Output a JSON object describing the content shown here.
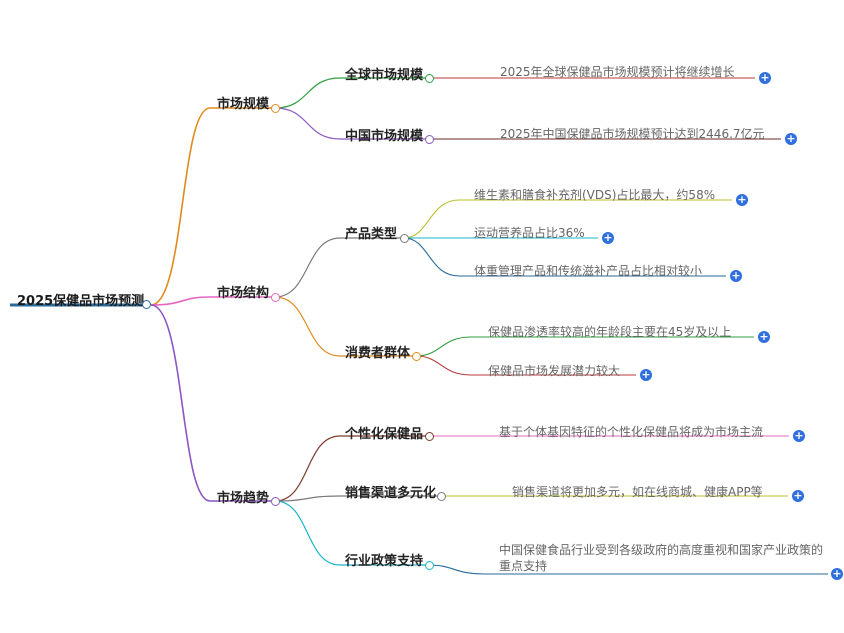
{
  "root": {
    "label": "2025保健品市场预测"
  },
  "branches": [
    {
      "label": "市场规模",
      "color": "#e08a1e",
      "children": [
        {
          "label": "全球市场规模",
          "color": "#2e9e3c",
          "leaves": [
            {
              "text": "2025年全球保健品市场规模预计将继续增长",
              "color": "#b83a3a"
            }
          ]
        },
        {
          "label": "中国市场规模",
          "color": "#8b57c2",
          "leaves": [
            {
              "text": "2025年中国保健品市场规模预计达到2446.7亿元",
              "color": "#6b2a2a"
            }
          ]
        }
      ]
    },
    {
      "label": "市场结构",
      "color": "#e667c0",
      "children": [
        {
          "label": "产品类型",
          "color": "#7a7a7a",
          "leaves": [
            {
              "text": "维生素和膳食补充剂(VDS)占比最大，约58%",
              "color": "#bcbf2a"
            },
            {
              "text": "运动营养品占比36%",
              "color": "#19b5c9"
            },
            {
              "text": "体重管理产品和传统滋补产品占比相对较小",
              "color": "#2a6a9a"
            }
          ]
        },
        {
          "label": "消费者群体",
          "color": "#e08a1e",
          "leaves": [
            {
              "text": "保健品渗透率较高的年龄段主要在45岁及以上",
              "color": "#2e9e3c"
            },
            {
              "text": "保健品市场发展潜力较大",
              "color": "#b83a3a"
            }
          ]
        }
      ]
    },
    {
      "label": "市场趋势",
      "color": "#8b57c2",
      "children": [
        {
          "label": "个性化保健品",
          "color": "#7a3a2a",
          "leaves": [
            {
              "text": "基于个体基因特征的个性化保健品将成为市场主流",
              "color": "#e667c0"
            }
          ]
        },
        {
          "label": "销售渠道多元化",
          "color": "#7a7a7a",
          "leaves": [
            {
              "text": "销售渠道将更加多元，如在线商城、健康APP等",
              "color": "#bcbf2a"
            }
          ]
        },
        {
          "label": "行业政策支持",
          "color": "#19b5c9",
          "leaves": [
            {
              "text": "中国保健食品行业受到各级政府的高度重视和国家产业政策的重点支持",
              "color": "#2a6a9a"
            }
          ]
        }
      ]
    }
  ]
}
